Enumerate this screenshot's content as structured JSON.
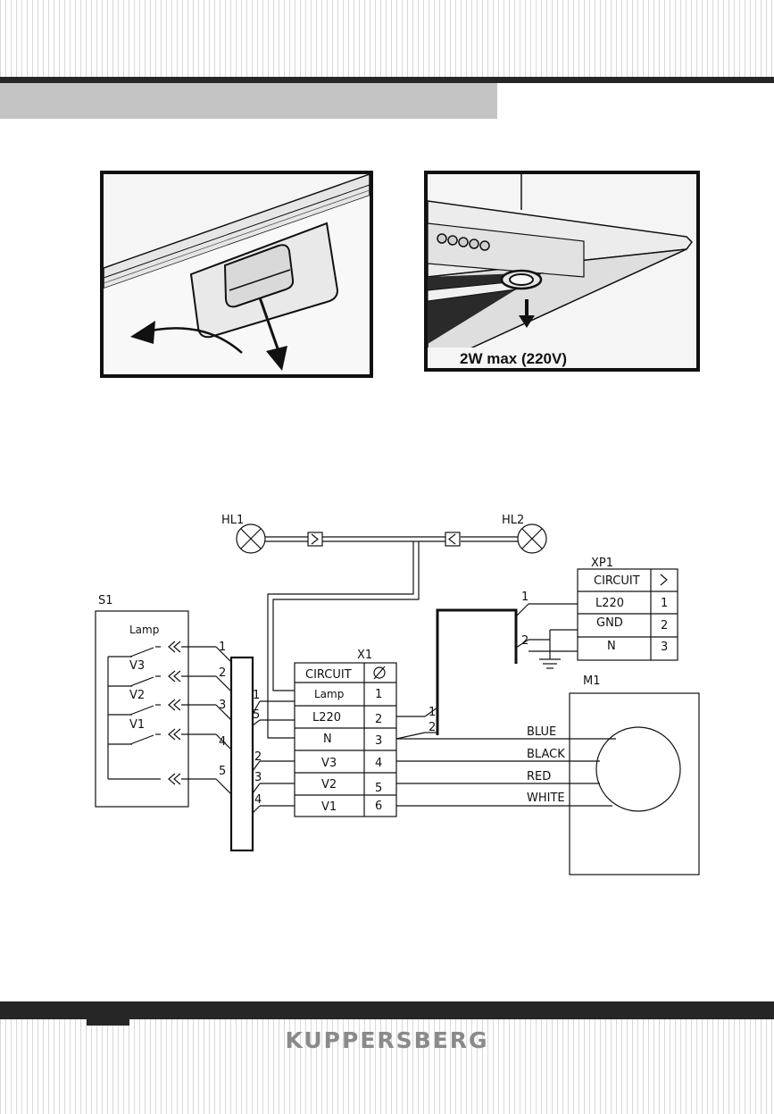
{
  "header": {
    "section_title": ""
  },
  "figures": {
    "light_cover": {},
    "lamp_replacement": {
      "caption": "2W max (220V)"
    }
  },
  "schematic": {
    "lamps": {
      "hl1": "HL1",
      "hl2": "HL2"
    },
    "switch_block": {
      "label": "S1",
      "switches": [
        "Lamp",
        "V3",
        "V2",
        "V1"
      ],
      "pins": [
        "1",
        "2",
        "3",
        "4",
        "5"
      ]
    },
    "terminal_x1": {
      "label": "X1",
      "header": [
        "CIRCUIT",
        "∅"
      ],
      "rows": [
        {
          "circuit": "Lamp",
          "pin": "1"
        },
        {
          "circuit": "L220",
          "pin": "2"
        },
        {
          "circuit": "N",
          "pin": "3"
        },
        {
          "circuit": "V3",
          "pin": "4"
        },
        {
          "circuit": "V2",
          "pin": "5"
        },
        {
          "circuit": "V1",
          "pin": "6"
        }
      ],
      "bus_pins": [
        "1",
        "5",
        "2",
        "3",
        "4"
      ],
      "power_pins": [
        "1",
        "2"
      ]
    },
    "plug_xp1": {
      "label": "XP1",
      "header": [
        "CIRCUIT",
        ">"
      ],
      "rows": [
        {
          "circuit": "L220",
          "pin": "1"
        },
        {
          "circuit": "GND",
          "pin": "2"
        },
        {
          "circuit": "N",
          "pin": "3"
        }
      ],
      "wire_pins": [
        "1",
        "2"
      ]
    },
    "motor_m1": {
      "label": "M1",
      "wires": [
        "BLUE",
        "BLACK",
        "RED",
        "WHITE"
      ]
    }
  },
  "footer": {
    "brand": "KUPPERSBERG"
  }
}
